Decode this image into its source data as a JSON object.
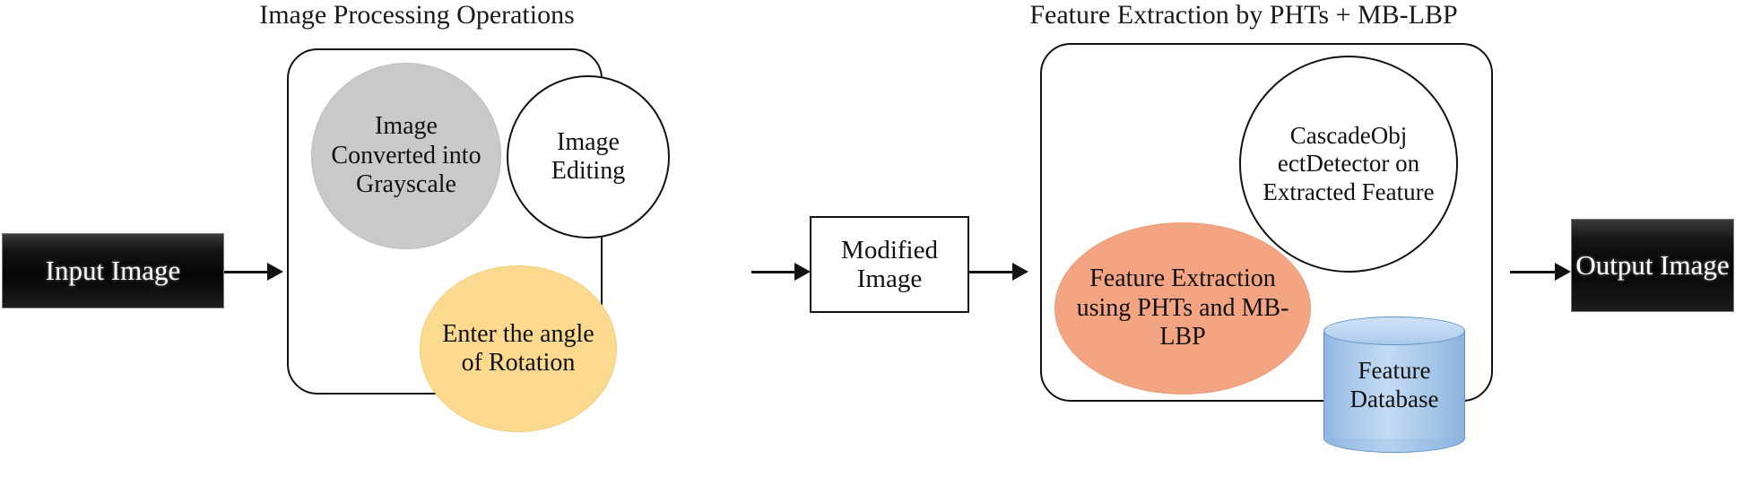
{
  "diagram": {
    "title_left": "Image Processing Operations",
    "title_right": "Feature Extraction by PHTs + MB-LBP",
    "colors": {
      "gray_circle": "#c9c9c9",
      "yellow_circle": "#fbd98e",
      "salmon_circle": "#f3a482",
      "blue_cylinder": "#a9c8ea",
      "black_box": "#0a0a0a",
      "stroke": "#111111",
      "background": "#ffffff"
    },
    "nodes": {
      "input_image": "Input Image",
      "grayscale": "Image Converted into Grayscale",
      "image_editing": "Image Editing",
      "rotation": "Enter the angle of Rotation",
      "modified_image": "Modified Image",
      "cascade_detector": "CascadeObj ectDetector on Extracted Feature",
      "feature_extraction": "Feature Extraction using PHTs and MB-LBP",
      "feature_database": "Feature Database",
      "output_image": "Output Image"
    },
    "flow": [
      {
        "from": "Input Image",
        "to": "Image Processing Operations"
      },
      {
        "from": "Image Processing Operations",
        "to": "Modified Image"
      },
      {
        "from": "Modified Image",
        "to": "Feature Extraction by PHTs + MB-LBP"
      },
      {
        "from": "Feature Extraction by PHTs + MB-LBP",
        "to": "Output Image"
      }
    ]
  }
}
